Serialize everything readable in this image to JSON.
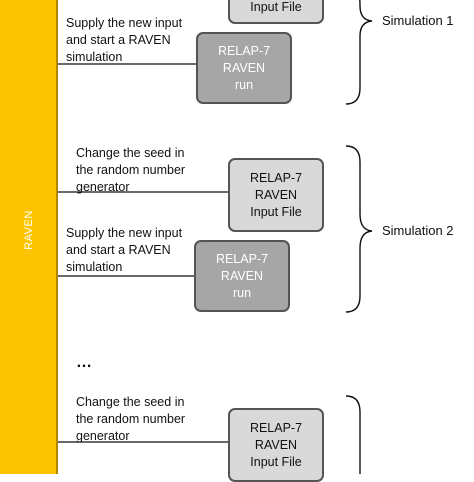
{
  "raven_label": "RAVEN",
  "steps": [
    {
      "text": [
        "Supply the new input",
        "and start a RAVEN",
        "simulation"
      ],
      "box": [
        "RELAP-7",
        "RAVEN",
        "run"
      ]
    },
    {
      "text": [
        "Change the seed in",
        "the random number",
        "generator"
      ],
      "box": [
        "RELAP-7",
        "RAVEN",
        "Input File"
      ]
    },
    {
      "text": [
        "Supply the new input",
        "and start a RAVEN",
        "simulation"
      ],
      "box": [
        "RELAP-7",
        "RAVEN",
        "run"
      ]
    },
    {
      "text": [
        "Change the seed in",
        "the random number",
        "generator"
      ],
      "box": [
        "RELAP-7",
        "RAVEN",
        "Input File"
      ]
    }
  ],
  "top_box_partial": "Input File",
  "simulations": [
    "Simulation 1",
    "Simulation 2"
  ],
  "ellipsis": "…",
  "colors": {
    "raven_bar": "#fcc400",
    "file_box": "#d9d9d9",
    "run_box": "#a6a6a6",
    "border": "#555555"
  }
}
